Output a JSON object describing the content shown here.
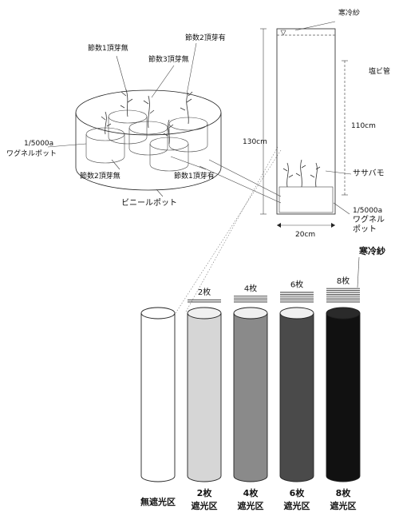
{
  "topleft": {
    "label_node1_no_bud": "節数1頂芽無",
    "label_node2_bud": "節数2頂芽有",
    "label_node3_bud": "節数3頂芽無",
    "label_pot_ratio": "1/5000a",
    "label_pot_name": "ワグネルポット",
    "label_node2_no_bud": "節数2頂芽無",
    "label_node1_bud": "節数1頂芽有",
    "label_vinyl_pot": "ビニールポット"
  },
  "topright": {
    "label_kanreisha": "寒冷紗",
    "label_pvc_pipe": "塩ビ管",
    "label_110": "110cm",
    "label_130": "130cm",
    "label_plant": "ササバモ",
    "label_pot_ratio": "1/5000a",
    "label_pot_name1": "ワグネル",
    "label_pot_name2": "ポット",
    "label_20": "20cm"
  },
  "cylinders": {
    "kanreisha_label": "寒冷紗",
    "items": [
      {
        "count_label": "",
        "name_line1": "無遮光区",
        "name_line2": "",
        "fill": "#ffffff"
      },
      {
        "count_label": "2枚",
        "name_line1": "2枚",
        "name_line2": "遮光区",
        "fill": "#d6d6d6"
      },
      {
        "count_label": "4枚",
        "name_line1": "4枚",
        "name_line2": "遮光区",
        "fill": "#8a8a8a"
      },
      {
        "count_label": "6枚",
        "name_line1": "6枚",
        "name_line2": "遮光区",
        "fill": "#4a4a4a"
      },
      {
        "count_label": "8枚",
        "name_line1": "8枚",
        "name_line2": "遮光区",
        "fill": "#111111"
      }
    ]
  }
}
